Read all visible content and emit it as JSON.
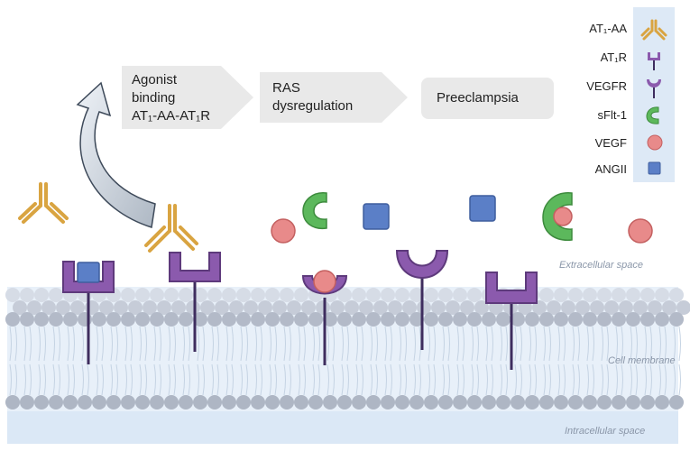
{
  "flow": {
    "step1": {
      "line1": "Agonist",
      "line2": "binding",
      "line3": "AT₁-AA-AT₁R"
    },
    "step2": {
      "line1": "RAS",
      "line2": "dysregulation"
    },
    "step3": {
      "line1": "Preeclampsia"
    }
  },
  "legend": [
    {
      "label": "AT₁-AA",
      "icon": "antibody-icon",
      "color": "#d9a441"
    },
    {
      "label": "AT₁R",
      "icon": "at1r-receptor-icon",
      "color": "#7b4f9d"
    },
    {
      "label": "VEGFR",
      "icon": "vegfr-receptor-icon",
      "color": "#6a3f8c"
    },
    {
      "label": "sFlt-1",
      "icon": "sflt1-icon",
      "color": "#4caf50"
    },
    {
      "label": "VEGF",
      "icon": "vegf-circle-icon",
      "color": "#e57373"
    },
    {
      "label": "ANGII",
      "icon": "angii-square-icon",
      "color": "#5b7fc7"
    }
  ],
  "regions": {
    "extracellular": "Extracellular space",
    "membrane": "Cell membrane",
    "intracellular": "Intracellular space"
  }
}
